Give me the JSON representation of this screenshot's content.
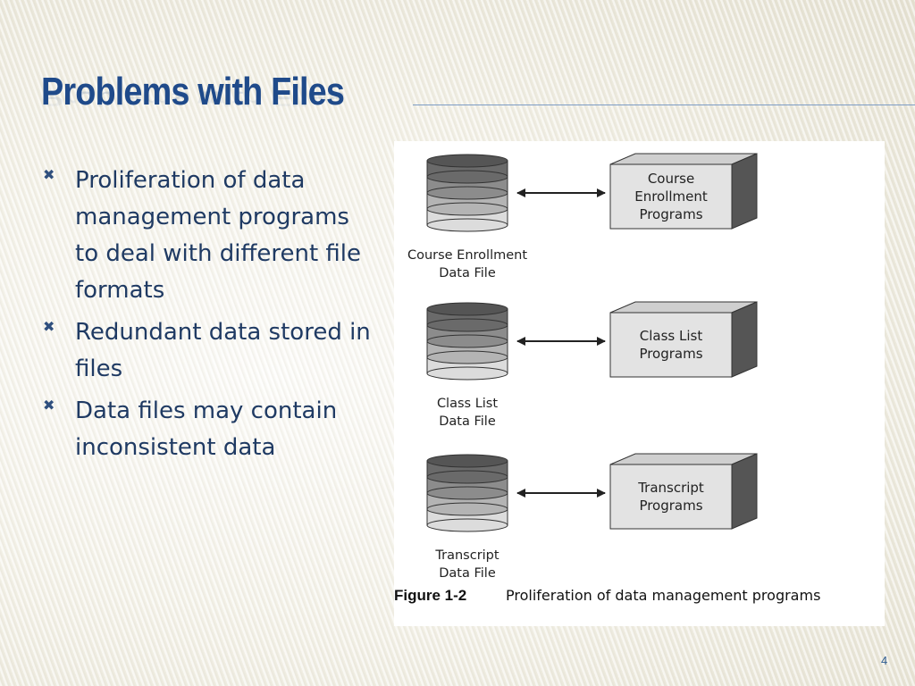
{
  "slide": {
    "title": "Problems with Files",
    "bullets": [
      "Proliferation of data management programs to deal with different file formats",
      "Redundant data stored in files",
      "Data files may contain inconsistent data"
    ],
    "bullet_icon": "x-mark-icon",
    "page_number": "4"
  },
  "figure": {
    "rows": [
      {
        "file_line1": "Course Enrollment",
        "file_line2": "Data File",
        "program_lines": [
          "Course",
          "Enrollment",
          "Programs"
        ]
      },
      {
        "file_line1": "Class List",
        "file_line2": "Data File",
        "program_lines": [
          "Class List",
          "Programs"
        ]
      },
      {
        "file_line1": "Transcript",
        "file_line2": "Data File",
        "program_lines": [
          "Transcript",
          "Programs"
        ]
      }
    ],
    "caption_label": "Figure 1-2",
    "caption_text": "Proliferation of data management programs"
  },
  "colors": {
    "title": "#1f4a8a",
    "body_text": "#1f3a63",
    "page_number": "#2f5d93"
  }
}
